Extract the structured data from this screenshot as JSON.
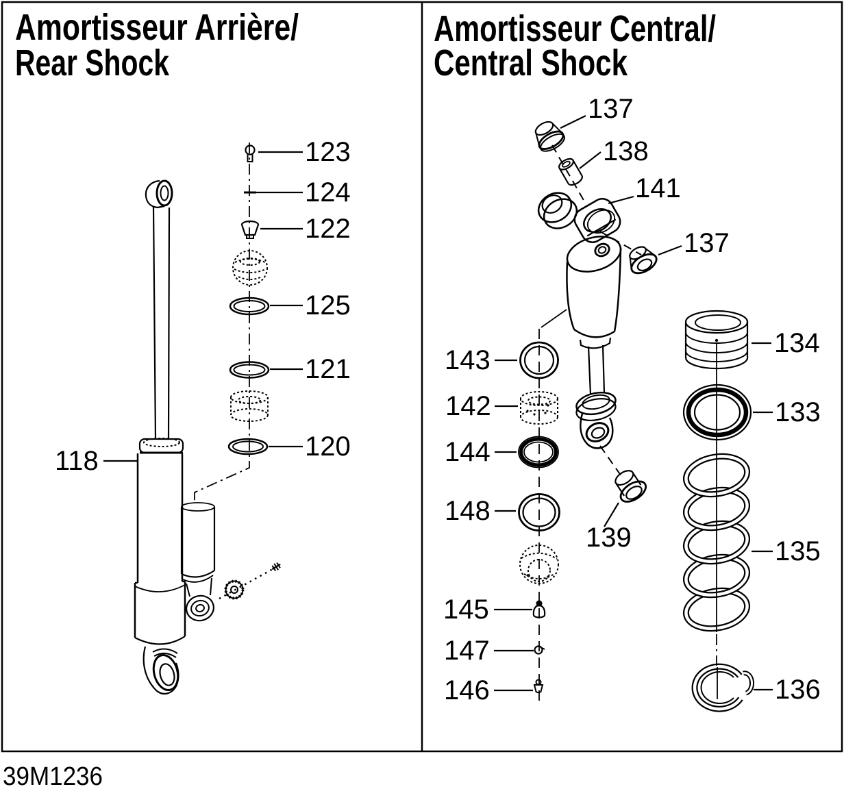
{
  "document": {
    "footer_code": "39M1236",
    "background_color": "#ffffff",
    "line_color": "#000000"
  },
  "left_panel": {
    "title_line1": "Amortisseur Arrière/",
    "title_line2": "Rear Shock",
    "callouts": [
      {
        "label": "123"
      },
      {
        "label": "124"
      },
      {
        "label": "122"
      },
      {
        "label": "125"
      },
      {
        "label": "121"
      },
      {
        "label": "120"
      },
      {
        "label": "118"
      }
    ]
  },
  "right_panel": {
    "title_line1": "Amortisseur Central/",
    "title_line2": "Central Shock",
    "callouts": [
      {
        "label": "137"
      },
      {
        "label": "138"
      },
      {
        "label": "141"
      },
      {
        "label": "137"
      },
      {
        "label": "134"
      },
      {
        "label": "133"
      },
      {
        "label": "143"
      },
      {
        "label": "142"
      },
      {
        "label": "144"
      },
      {
        "label": "148"
      },
      {
        "label": "139"
      },
      {
        "label": "135"
      },
      {
        "label": "145"
      },
      {
        "label": "147"
      },
      {
        "label": "146"
      },
      {
        "label": "136"
      }
    ]
  }
}
